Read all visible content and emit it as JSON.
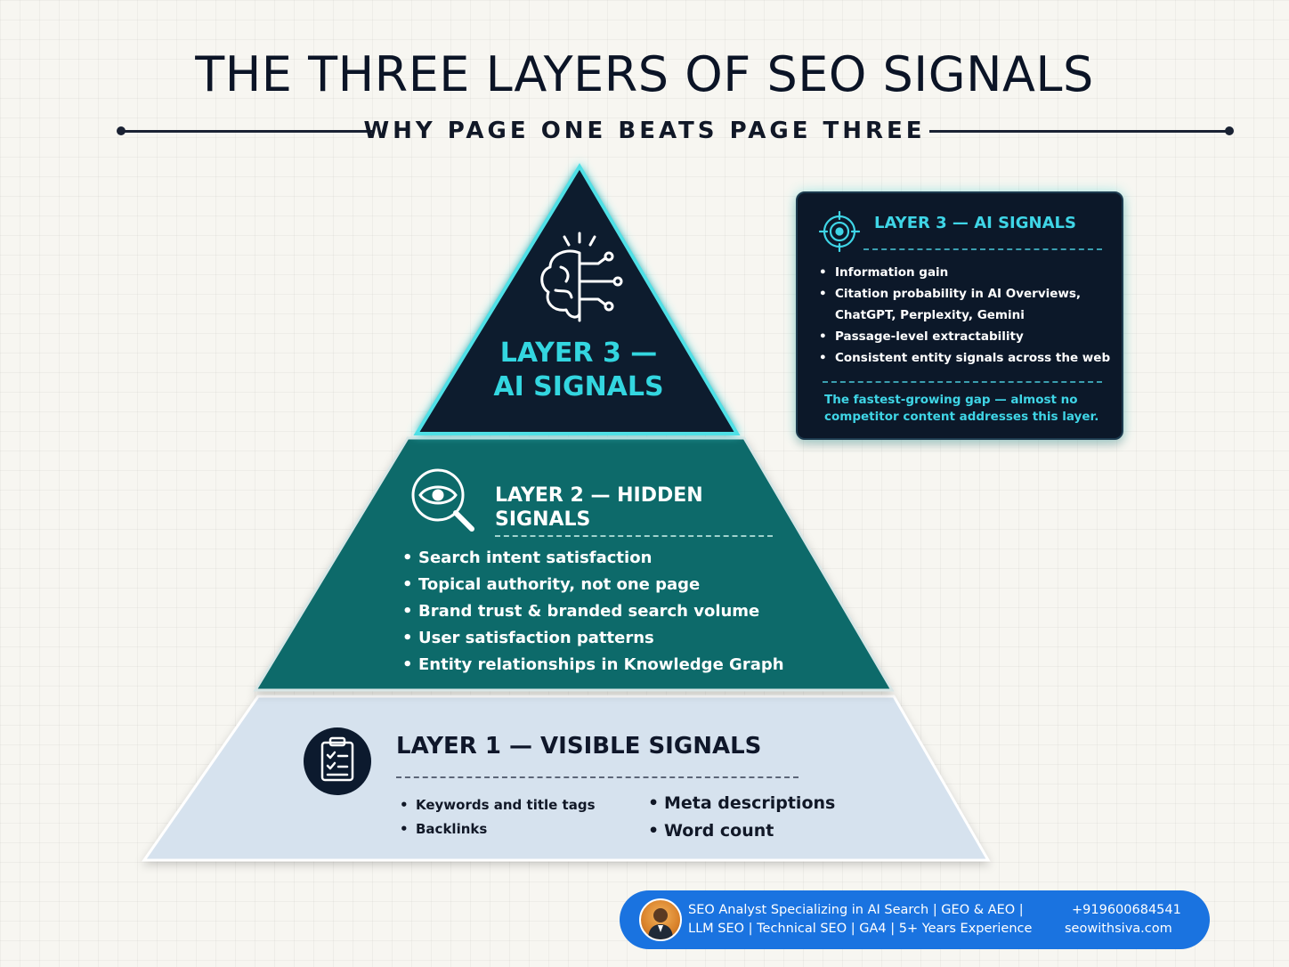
{
  "header": {
    "title": "THE THREE LAYERS OF SEO SIGNALS",
    "subtitle": "WHY PAGE ONE BEATS PAGE THREE"
  },
  "pyramid": {
    "layer3": {
      "title_line1": "LAYER 3 —",
      "title_line2": "AI SIGNALS",
      "icon": "brain-circuit-icon",
      "color": "#0c1a2e"
    },
    "layer2": {
      "title_line1": "LAYER 2 — HIDDEN",
      "title_line2": "SIGNALS",
      "icon": "eye-magnifier-icon",
      "color": "#0e6b6b",
      "items": [
        "Search intent satisfaction",
        "Topical authority, not one page",
        "Brand trust & branded search volume",
        "User satisfaction patterns",
        "Entity relationships in Knowledge Graph"
      ]
    },
    "layer1": {
      "title": "LAYER 1 — VISIBLE SIGNALS",
      "icon": "clipboard-checklist-icon",
      "color": "#d6e2ee",
      "items_left": [
        "Keywords and title tags",
        "Backlinks"
      ],
      "items_right": [
        "Meta descriptions",
        "Word count"
      ]
    }
  },
  "callout": {
    "title": "LAYER 3 — AI SIGNALS",
    "icon": "target-icon",
    "items": [
      "Information gain",
      "Citation probability in AI Overviews, ChatGPT, Perplexity, Gemini",
      "Passage-level extractability",
      "Consistent entity signals across the web"
    ],
    "note": "The fastest-growing gap — almost no competitor content addresses this layer."
  },
  "footer": {
    "line1": "SEO Analyst Specializing in AI Search | GEO & AEO |",
    "line2": "LLM SEO | Technical SEO | GA4 | 5+ Years Experience",
    "phone": "+919600684541",
    "website": "seowithsiva.com"
  }
}
